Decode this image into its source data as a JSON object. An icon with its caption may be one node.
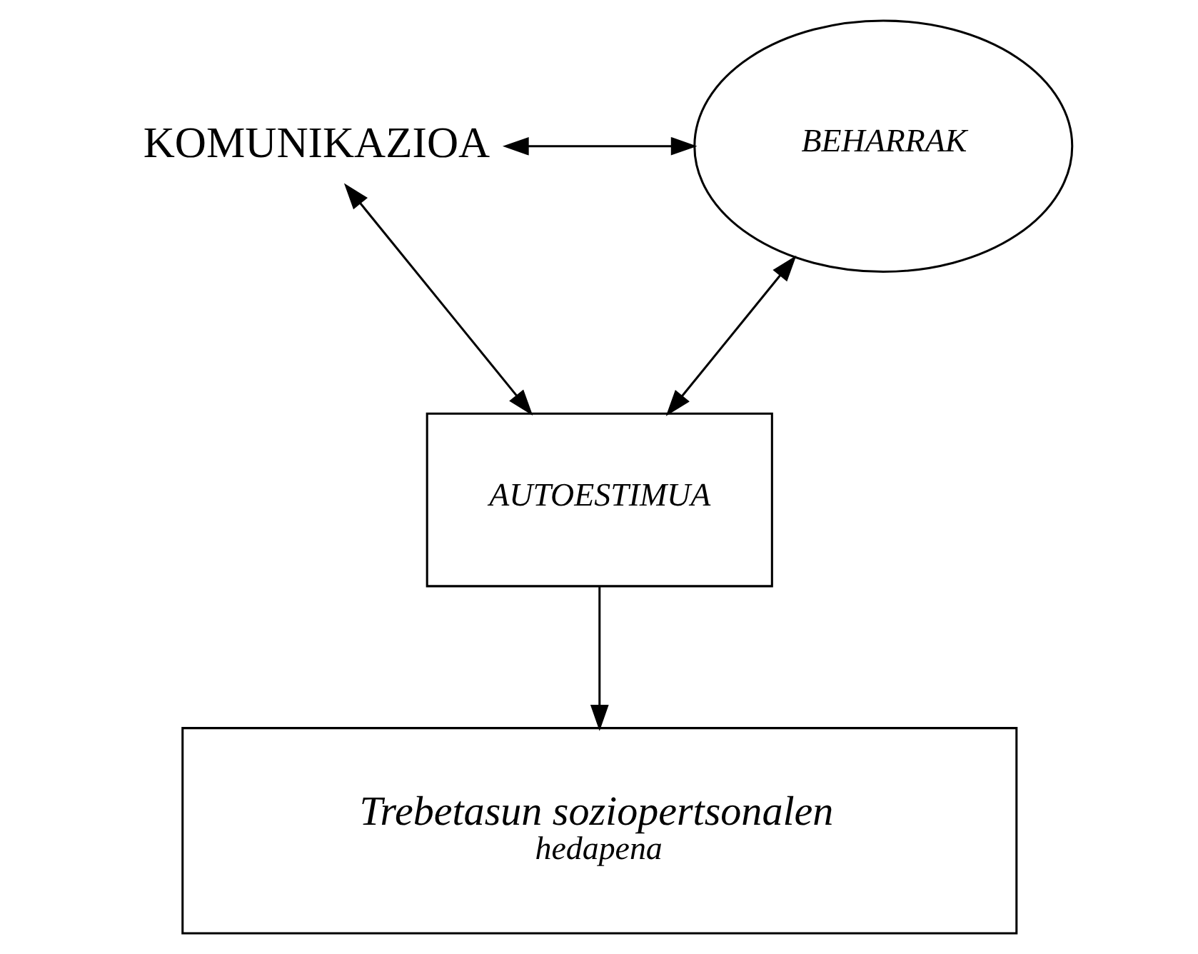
{
  "diagram": {
    "nodes": [
      {
        "text": [
          "KOMUNIKAZIOA"
        ]
      },
      {
        "text": [
          "BEHARRAK"
        ]
      },
      {
        "text": [
          "AUTOESTIMUA"
        ]
      },
      {
        "text": [
          "Trebetasun soziopertsonalen",
          "hedapena"
        ]
      }
    ],
    "edges": [
      {
        "from": 0,
        "to": 1,
        "arrow": "both"
      },
      {
        "from": 0,
        "to": 2,
        "arrow": "both"
      },
      {
        "from": 1,
        "to": 2,
        "arrow": "both"
      },
      {
        "from": 2,
        "to": 3,
        "arrow": "to"
      }
    ]
  }
}
